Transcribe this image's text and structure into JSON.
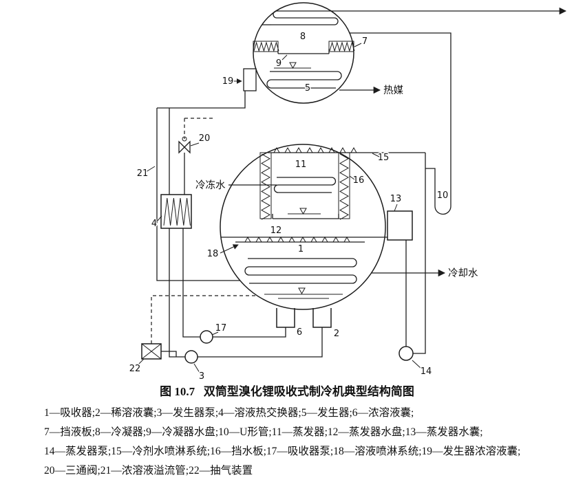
{
  "diagram": {
    "labels": {
      "n1": "1",
      "n2": "2",
      "n3": "3",
      "n4": "4",
      "n5": "5",
      "n6": "6",
      "n7": "7",
      "n8": "8",
      "n9": "9",
      "n10": "10",
      "n11": "11",
      "n12": "12",
      "n13": "13",
      "n14": "14",
      "n15": "15",
      "n16": "16",
      "n17": "17",
      "n18": "18",
      "n19": "19",
      "n20": "20",
      "n21": "21",
      "n22": "22"
    },
    "flow_texts": {
      "hot_medium": "热媒",
      "chilled_water": "冷冻水",
      "cooling_water": "冷却水"
    }
  },
  "caption": "图 10.7   双筒型溴化锂吸收式制冷机典型结构简图",
  "legend": {
    "lines": [
      "1—吸收器;2—稀溶液囊;3—发生器泵;4—溶液热交换器;5—发生器;6—浓溶液囊;",
      "7—挡液板;8—冷凝器;9—冷凝器水盘;10—U形管;11—蒸发器;12—蒸发器水盘;13—蒸发器水囊;",
      "14—蒸发器泵;15—冷剂水喷淋系统;16—挡水板;17—吸收器泵;18—溶液喷淋系统;19—发生器浓溶液囊;",
      "20—三通阀;21—浓溶液溢流管;22—抽气装置"
    ]
  }
}
